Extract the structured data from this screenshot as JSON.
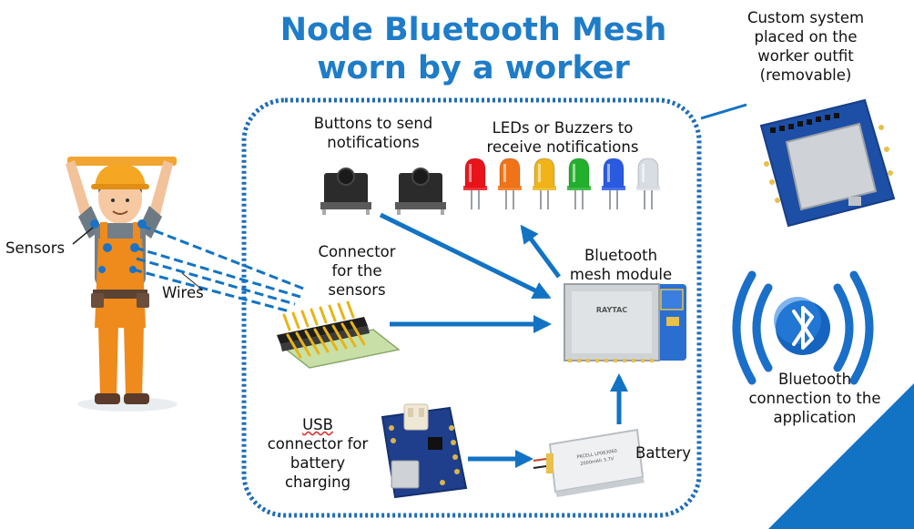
{
  "title": [
    "Node Bluetooth Mesh",
    "worn by a worker"
  ],
  "labels": {
    "custom_system": [
      "Custom system",
      "placed on the",
      "worker outfit",
      "(removable)"
    ],
    "buttons": [
      "Buttons to send",
      "notifications"
    ],
    "leds": [
      "LEDs or Buzzers to",
      "receive notifications"
    ],
    "connector": [
      "Connector",
      "for the",
      "sensors"
    ],
    "module": [
      "Bluetooth",
      "mesh module"
    ],
    "sensors": "Sensors",
    "wires": "Wires",
    "usb": [
      "USB",
      "connector for",
      "battery",
      "charging"
    ],
    "battery": "Battery",
    "bt_connection": [
      "Bluetooth",
      "connection to the",
      "application"
    ]
  },
  "module_brand": "RAYTAC",
  "battery_print": [
    "PKCELL LP063060",
    "2000mAh 3.7V"
  ],
  "led_colors": [
    "#e8141a",
    "#f07318",
    "#f0b418",
    "#22b02c",
    "#2a5ae0",
    "#d8dde4"
  ],
  "colors": {
    "accent": "#1e7cc8",
    "arrow": "#1273c4"
  }
}
